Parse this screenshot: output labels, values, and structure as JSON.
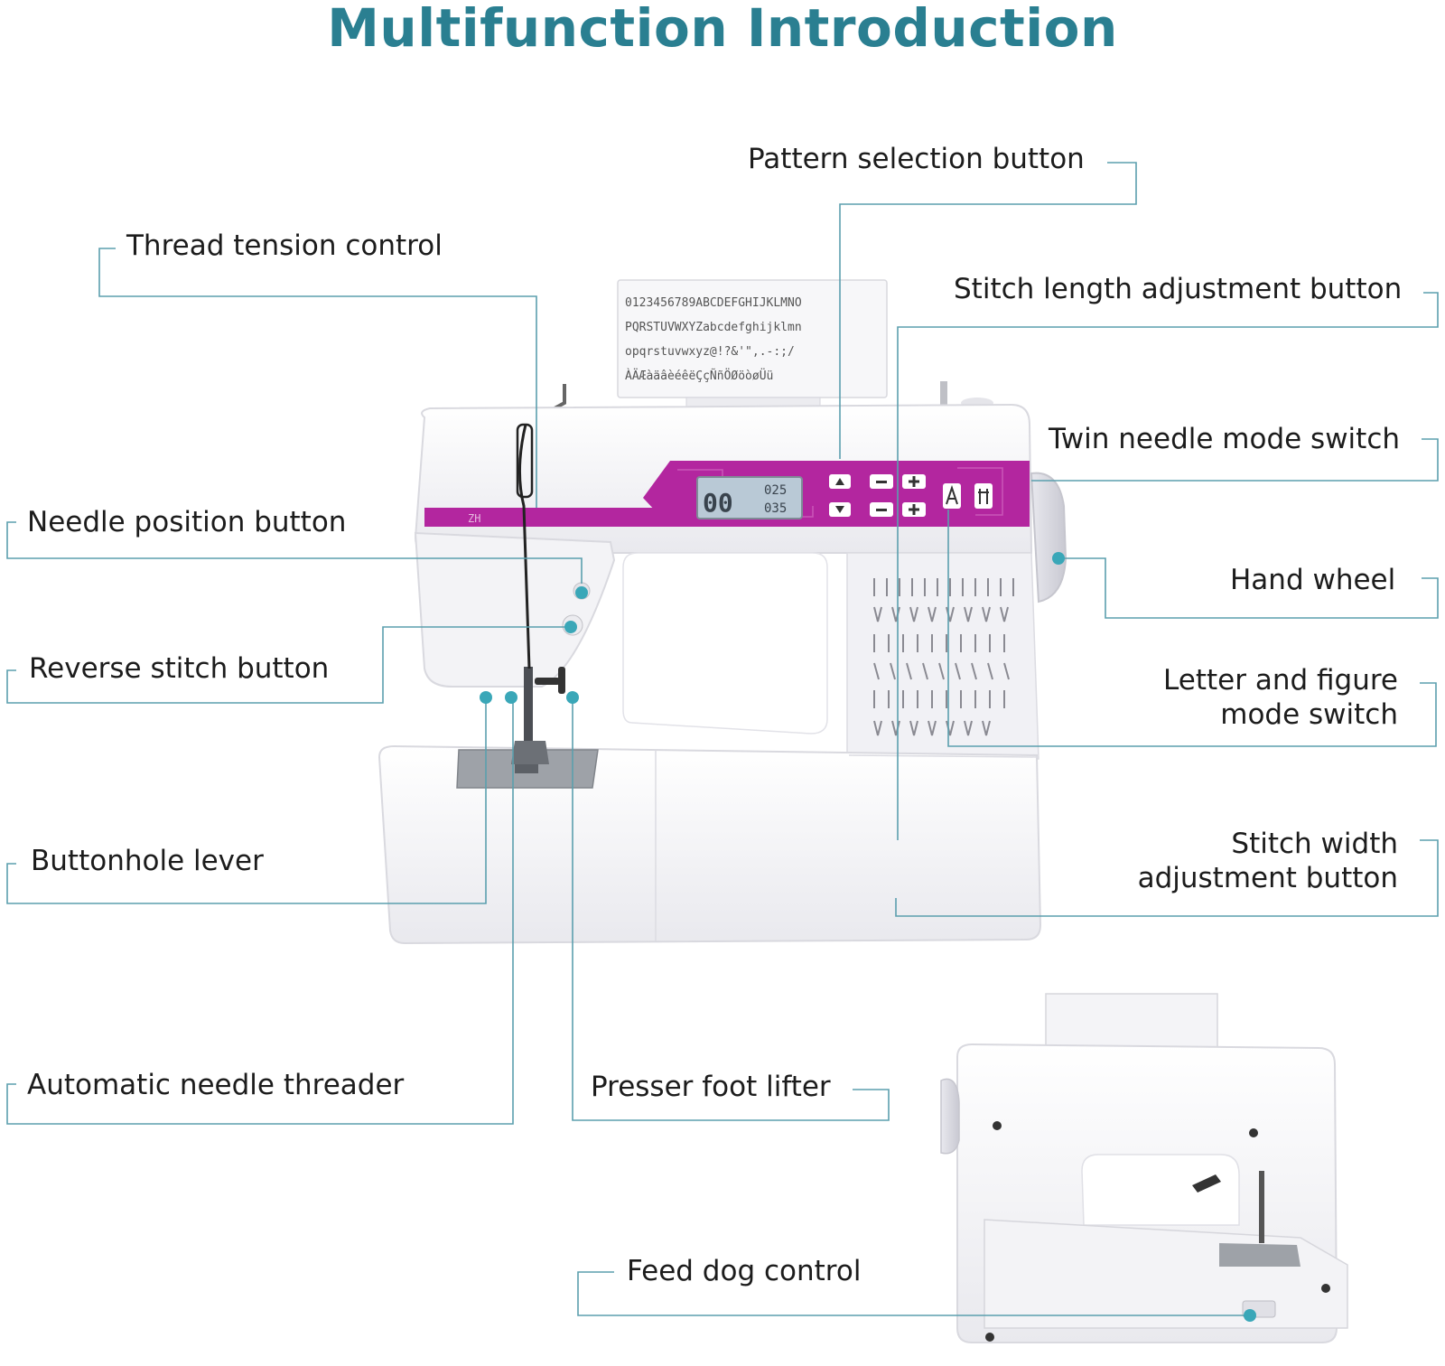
{
  "title": "Multifunction Introduction",
  "labels": {
    "pattern_selection": "Pattern selection button",
    "thread_tension": "Thread tension control",
    "stitch_length": "Stitch length adjustment button",
    "twin_needle": "Twin needle mode switch",
    "needle_position": "Needle position button",
    "hand_wheel": "Hand wheel",
    "reverse_stitch": "Reverse stitch button",
    "letter_figure": [
      "Letter and figure",
      "mode switch"
    ],
    "buttonhole_lever": "Buttonhole lever",
    "stitch_width": [
      "Stitch width",
      "adjustment button"
    ],
    "needle_threader": "Automatic needle threader",
    "presser_foot": "Presser foot lifter",
    "feed_dog": "Feed dog control"
  },
  "machine": {
    "chart_rows": [
      "0123456789ABCDEFGHIJKLMNO",
      "PQRSTUVWXYZabcdefghijklmn",
      "opqrstuvwxyz@!?&'\",.-:;/",
      "ÀÄÆàäâèéêëÇçÑñÖØöòøÜü"
    ],
    "lcd_pattern": "00",
    "lcd_length": "025",
    "lcd_width": "035",
    "model_label": "ZH"
  },
  "colors": {
    "title": "#2a7f91",
    "leader": "#5b9fae",
    "marker": "#3aa7b8",
    "accent_panel": "#b3269f",
    "body": "#f4f4f6"
  }
}
